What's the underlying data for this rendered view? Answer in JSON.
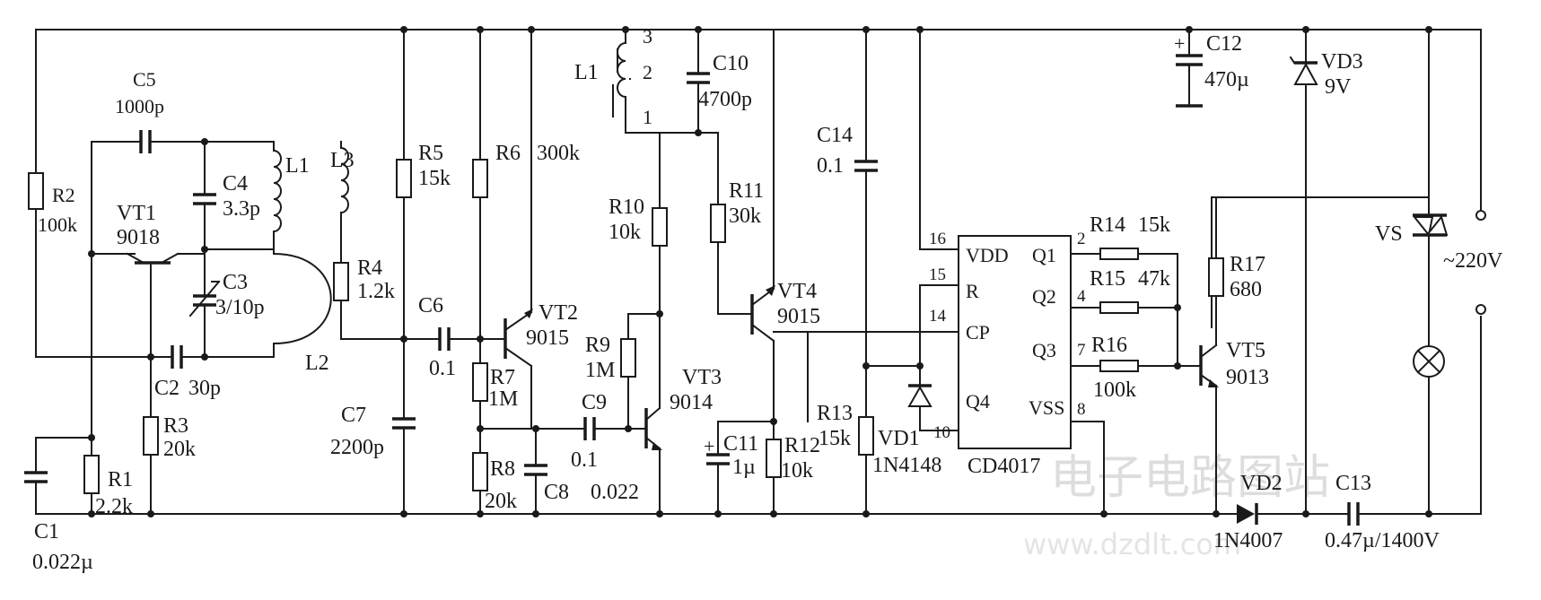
{
  "components": {
    "c5": {
      "ref": "C5",
      "value": "1000p"
    },
    "r2": {
      "ref": "R2",
      "value": "100k"
    },
    "vt1": {
      "ref": "VT1",
      "value": "9018"
    },
    "c4": {
      "ref": "C4",
      "value": "3.3p"
    },
    "l1a": {
      "ref": "L1"
    },
    "c3": {
      "ref": "C3",
      "value": "3/10p"
    },
    "l3": {
      "ref": "L3"
    },
    "l2": {
      "ref": "L2"
    },
    "c2": {
      "ref": "C2",
      "value": "30p"
    },
    "r3": {
      "ref": "R3",
      "value": "20k"
    },
    "r1": {
      "ref": "R1",
      "value": "2.2k"
    },
    "c1": {
      "ref": "C1",
      "value": "0.022µ"
    },
    "r4": {
      "ref": "R4",
      "value": "1.2k"
    },
    "r5": {
      "ref": "R5",
      "value": "15k"
    },
    "r6": {
      "ref": "R6",
      "value": "300k"
    },
    "c6": {
      "ref": "C6",
      "value": "0.1"
    },
    "c7": {
      "ref": "C7",
      "value": "2200p"
    },
    "vt2": {
      "ref": "VT2",
      "value": "9015"
    },
    "r7": {
      "ref": "R7",
      "value": "1M"
    },
    "r8": {
      "ref": "R8",
      "value": "20k"
    },
    "c8": {
      "ref": "C8",
      "value": "0.022"
    },
    "c9": {
      "ref": "C9",
      "value": "0.1"
    },
    "l1b": {
      "ref": "L1",
      "taps": [
        "3",
        "2",
        "1"
      ]
    },
    "c10": {
      "ref": "C10",
      "value": "4700p"
    },
    "r10": {
      "ref": "R10",
      "value": "10k"
    },
    "r9": {
      "ref": "R9",
      "value": "1M"
    },
    "vt3": {
      "ref": "VT3",
      "value": "9014"
    },
    "r11": {
      "ref": "R11",
      "value": "30k"
    },
    "vt4": {
      "ref": "VT4",
      "value": "9015"
    },
    "c11": {
      "ref": "C11",
      "value": "1µ"
    },
    "r12": {
      "ref": "R12",
      "value": "10k"
    },
    "c14": {
      "ref": "C14",
      "value": "0.1"
    },
    "r13": {
      "ref": "R13",
      "value": "15k"
    },
    "vd1": {
      "ref": "VD1",
      "value": "1N4148"
    },
    "ic": {
      "ref": "CD4017",
      "pins": {
        "vdd": "VDD",
        "r": "R",
        "cp": "CP",
        "q4": "Q4",
        "q1": "Q1",
        "q2": "Q2",
        "q3": "Q3",
        "vss": "VSS"
      },
      "pin_numbers": {
        "vdd": "16",
        "r": "15",
        "cp": "14",
        "q4": "10",
        "q1": "2",
        "q2": "4",
        "q3": "7",
        "vss": "8"
      }
    },
    "r14": {
      "ref": "R14",
      "value": "15k"
    },
    "r15": {
      "ref": "R15",
      "value": "47k"
    },
    "r16": {
      "ref": "R16",
      "value": "100k"
    },
    "r17": {
      "ref": "R17",
      "value": "680"
    },
    "vt5": {
      "ref": "VT5",
      "value": "9013"
    },
    "c12": {
      "ref": "C12",
      "value": "470µ"
    },
    "vd3": {
      "ref": "VD3",
      "value": "9V"
    },
    "vs": {
      "ref": "VS"
    },
    "mains": {
      "label": "~220V"
    },
    "vd2": {
      "ref": "VD2",
      "value": "1N4007"
    },
    "c13": {
      "ref": "C13",
      "value": "0.47µ/1400V"
    }
  },
  "watermark": {
    "cn": "电子电路图站",
    "url": "www.dzdlt.com"
  }
}
